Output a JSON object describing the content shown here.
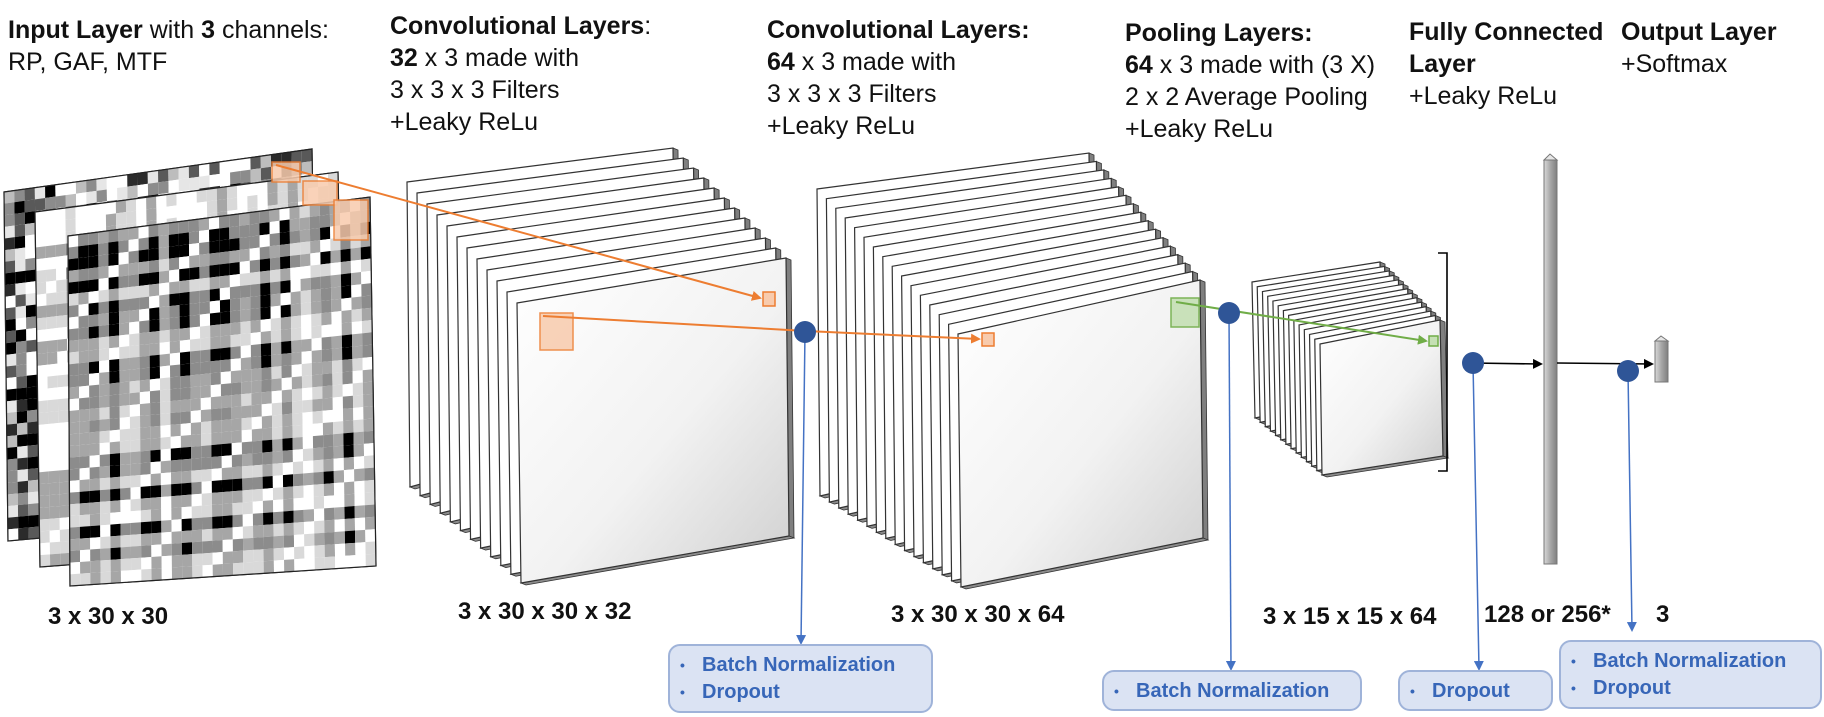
{
  "columns": {
    "input": {
      "line1_bold": "Input Layer",
      "line1_mid": " with ",
      "line1_bold2": "3",
      "line1_end": " channels:",
      "line2": "RP, GAF, MTF",
      "dims": "3 x 30 x 30"
    },
    "conv1": {
      "line1": "Convolutional  Layers",
      "line1_colon": ":",
      "line2_bold": "32",
      "line2_rest": " x 3 made with",
      "line3": "3 x 3 x 3 Filters",
      "line4": "+Leaky ReLu",
      "dims": "3 x 30 x 30 x 32"
    },
    "conv2": {
      "line1": "Convolutional  Layers:",
      "line2_bold": "64",
      "line2_rest": " x 3 made with",
      "line3": "3 x 3 x 3 Filters",
      "line4": "+Leaky ReLu",
      "dims": "3 x 30 x 30 x 64"
    },
    "pool": {
      "line1": "Pooling  Layers:",
      "line2_bold": "64",
      "line2_rest": " x 3 made with (3 X)",
      "line3": "2 x 2 Average Pooling",
      "line4": "+Leaky ReLu",
      "dims": "3 x 15 x 15 x 64"
    },
    "fc": {
      "line1": "Fully Connected",
      "line2": "Layer",
      "line3": "+Leaky ReLu",
      "dims": "128 or 256*"
    },
    "output": {
      "line1": "Output Layer",
      "line2": "+Softmax",
      "dims": "3"
    }
  },
  "notes": {
    "n1": [
      "Batch Normalization",
      "Dropout"
    ],
    "n2": [
      "Batch Normalization"
    ],
    "n3": [
      "Dropout"
    ],
    "n4": [
      "Batch Normalization",
      "Dropout"
    ]
  },
  "colors": {
    "orange": "#ed7d31",
    "green": "#70ad47",
    "blue_node": "#2f5597",
    "blue_line": "#4472c4",
    "note_fill": "#dbe3f3",
    "note_border": "#9fb3d9",
    "note_text": "#3766b8"
  }
}
